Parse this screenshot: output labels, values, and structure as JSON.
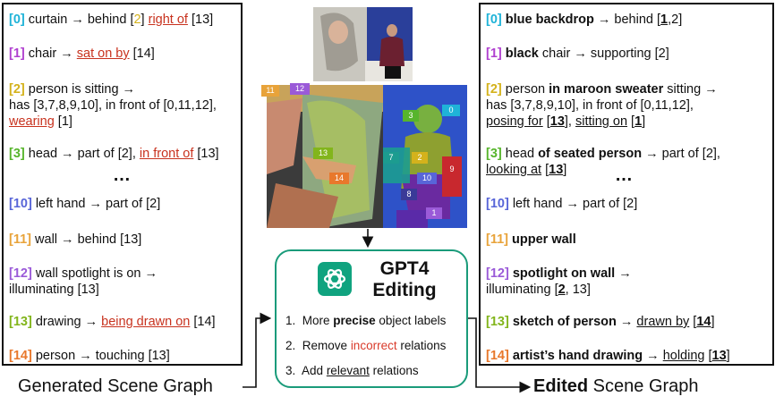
{
  "left_panel": {
    "e0": {
      "idx": "[0]",
      "subject": "curtain",
      "rel": " → behind ",
      "ref_open": "[",
      "ref_num": "2",
      "ref_close": "]",
      "rel2": "right of",
      "tail": " [13]"
    },
    "e1": {
      "idx": "[1]",
      "subject": "chair",
      "rel": " → ",
      "rel2": "sat on by",
      "tail": " [14]"
    },
    "e2": {
      "idx": "[2]",
      "subject": "person is sitting →",
      "line2": "has [3,7,8,9,10],  in front of [0,11,12],",
      "rel2": "wearing",
      "tail": " [1]"
    },
    "e3": {
      "idx": "[3]",
      "subject": "head → part of [2], ",
      "rel2": "in front of",
      "tail": " [13]"
    },
    "dots": "…",
    "e10": {
      "idx": "[10]",
      "subject": "left hand → part of [2]"
    },
    "e11": {
      "idx": "[11]",
      "subject": "wall → behind [13]"
    },
    "e12": {
      "idx": "[12]",
      "subject": "wall spotlight is on →",
      "line2": "illuminating [13]"
    },
    "e13": {
      "idx": "[13]",
      "subject": "drawing → ",
      "rel2": "being drawn on",
      "tail": " [14]"
    },
    "e14": {
      "idx": "[14]",
      "subject": "person → touching [13]"
    }
  },
  "right_panel": {
    "e0": {
      "idx": "[0]",
      "bold": "blue backdrop",
      "rest": " → behind [",
      "u1": "1",
      "rest2": ",2]"
    },
    "e1": {
      "idx": "[1]",
      "bold": "black",
      "rest": " chair → supporting [2]"
    },
    "e2": {
      "idx": "[2]",
      "pre": "person ",
      "bold": "in maroon sweater",
      "rest": " sitting →",
      "line2": "has [3,7,8,9,10], in front of [0,11,12],",
      "u_a": "posing for",
      "sp1": " [",
      "u_b": "13",
      "sp2": "], ",
      "u_c": "sitting on",
      "sp3": " [",
      "u_d": "1",
      "sp4": "]"
    },
    "e3": {
      "idx": "[3]",
      "pre": "head ",
      "bold": "of seated person",
      "rest": " → part of [2],",
      "u_a": "looking at",
      "sp1": " [",
      "u_b": "13",
      "sp2": "]"
    },
    "dots": "…",
    "e10": {
      "idx": "[10]",
      "rest": "left hand → part of [2]"
    },
    "e11": {
      "idx": "[11]",
      "bold": "upper wall"
    },
    "e12": {
      "idx": "[12]",
      "bold": "spotlight on wall",
      "rest": " →",
      "line2a": "illuminating [",
      "u_b": "2",
      "line2b": ", 13]"
    },
    "e13": {
      "idx": "[13]",
      "bold": "sketch of person",
      "rest": " → ",
      "u_a": "drawn by",
      "sp1": " [",
      "u_b": "14",
      "sp2": "]"
    },
    "e14": {
      "idx": "[14]",
      "bold": "artist’s hand drawing",
      "rest": " → ",
      "u_a": "holding",
      "sp1": " [",
      "u_b": "13",
      "sp2": "]"
    }
  },
  "gpt": {
    "title_line1": "GPT4",
    "title_line2": "Editing",
    "step1_num": "1.",
    "step1_pre": "More ",
    "step1_bold": "precise",
    "step1_post": " object labels",
    "step2_num": "2.",
    "step2_pre": "Remove ",
    "step2_red": "incorrect",
    "step2_post": " relations",
    "step3_num": "3.",
    "step3_pre": "Add ",
    "step3_ul": "relevant",
    "step3_post": " relations"
  },
  "captions": {
    "left": "Generated Scene Graph",
    "right_bold": "Edited",
    "right_rest": " Scene Graph"
  },
  "seg_labels": [
    "11",
    "12",
    "3",
    "0",
    "13",
    "7",
    "2",
    "9",
    "14",
    "10",
    "8",
    "1"
  ],
  "colors": {
    "idx0": "#1fb3d8",
    "idx1": "#b040d0",
    "idx2": "#d4b21c",
    "idx3": "#57b52c",
    "idx10": "#5865d8",
    "idx11": "#e8a33a",
    "idx12": "#9a5ad8",
    "idx13": "#82b51c",
    "idx14": "#e8782c",
    "red": "#c8321e",
    "gpt_green": "#10a37f",
    "box_border": "#1a9b7a"
  }
}
